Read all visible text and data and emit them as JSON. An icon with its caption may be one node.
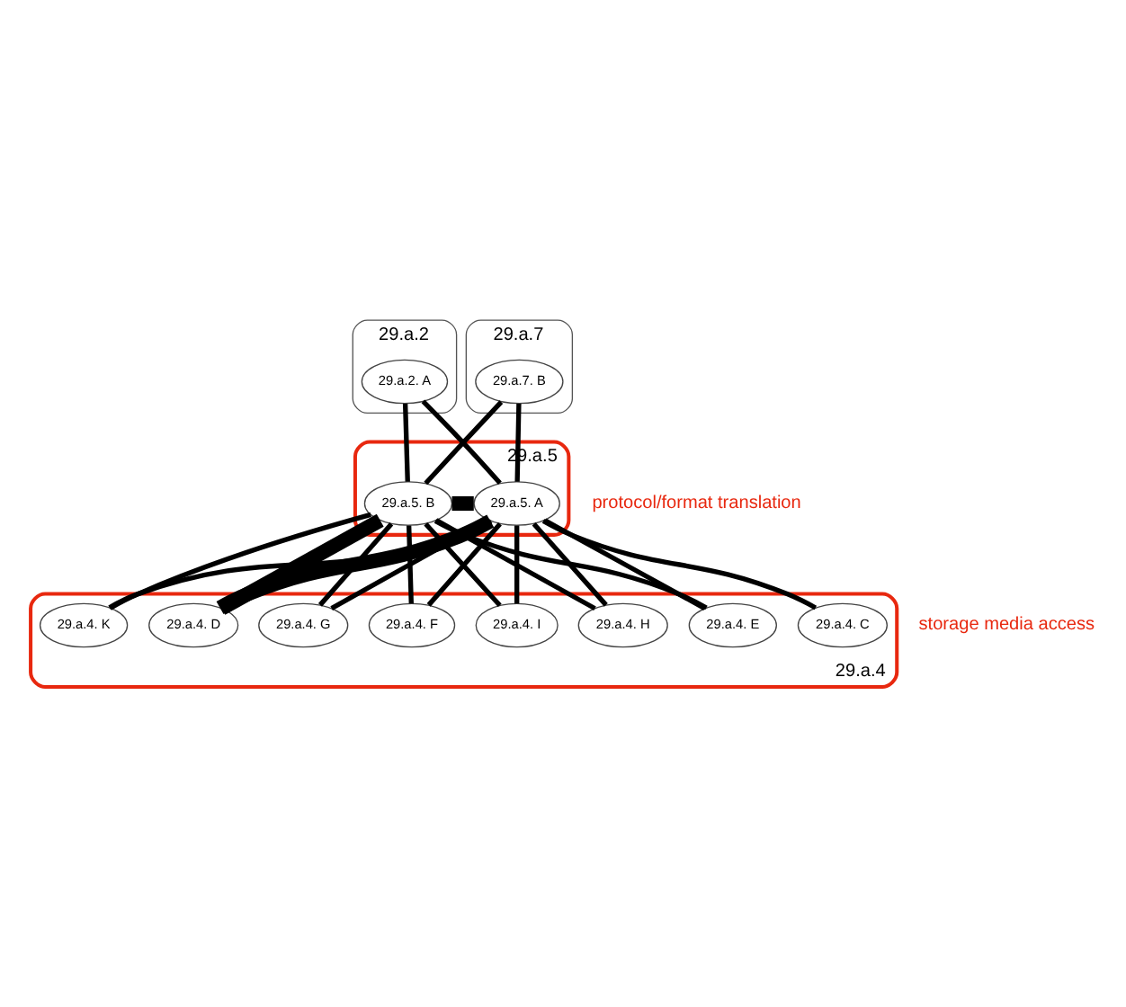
{
  "diagram": {
    "nodes": [
      {
        "text": [
          "29.a.7"
        ]
      },
      {
        "text": [
          "29.a.7. B"
        ],
        "in": 0
      },
      {
        "text": [
          "29.a.2"
        ]
      },
      {
        "text": [
          "29.a.2. A"
        ],
        "in": 2
      },
      {
        "text": [
          "29.a.5"
        ],
        "beside": [
          "protocol/format translation"
        ]
      },
      {
        "text": [
          "29.a.5. A"
        ],
        "in": 4
      },
      {
        "text": [
          "29.a.5. B"
        ],
        "in": 4
      },
      {
        "text": [
          "29.a.4"
        ],
        "beside": [
          "storage media access"
        ]
      },
      {
        "text": [
          "29.a.4. C"
        ],
        "in": 7
      },
      {
        "text": [
          "29.a.4. E"
        ],
        "in": 7
      },
      {
        "text": [
          "29.a.4. H"
        ],
        "in": 7
      },
      {
        "text": [
          "29.a.4. I"
        ],
        "in": 7
      },
      {
        "text": [
          "29.a.4. F"
        ],
        "in": 7
      },
      {
        "text": [
          "29.a.4. G"
        ],
        "in": 7
      },
      {
        "text": [
          "29.a.4. D"
        ],
        "in": 7
      },
      {
        "text": [
          "29.a.4. K"
        ],
        "in": 7
      }
    ],
    "edges": [
      {
        "from": 1,
        "to": 5,
        "arrow": "none"
      },
      {
        "from": 1,
        "to": 6,
        "arrow": "none"
      },
      {
        "from": 3,
        "to": 5,
        "arrow": "none"
      },
      {
        "from": 3,
        "to": 6,
        "arrow": "none"
      },
      {
        "from": 5,
        "to": 6,
        "arrow": "none",
        "style": "thick"
      },
      {
        "from": 5,
        "to": 8,
        "arrow": "none"
      },
      {
        "from": 5,
        "to": 9,
        "arrow": "none"
      },
      {
        "from": 5,
        "to": 10,
        "arrow": "none"
      },
      {
        "from": 5,
        "to": 11,
        "arrow": "none"
      },
      {
        "from": 5,
        "to": 12,
        "arrow": "none"
      },
      {
        "from": 5,
        "to": 13,
        "arrow": "none"
      },
      {
        "from": 5,
        "to": 14,
        "arrow": "none",
        "style": "thick"
      },
      {
        "from": 5,
        "to": 15,
        "arrow": "none"
      },
      {
        "from": 6,
        "to": 9,
        "arrow": "none"
      },
      {
        "from": 6,
        "to": 10,
        "arrow": "none"
      },
      {
        "from": 6,
        "to": 11,
        "arrow": "none"
      },
      {
        "from": 6,
        "to": 12,
        "arrow": "none"
      },
      {
        "from": 6,
        "to": 13,
        "arrow": "none"
      },
      {
        "from": 6,
        "to": 14,
        "arrow": "none",
        "style": "thick"
      },
      {
        "from": 6,
        "to": 15,
        "arrow": "none"
      }
    ]
  }
}
